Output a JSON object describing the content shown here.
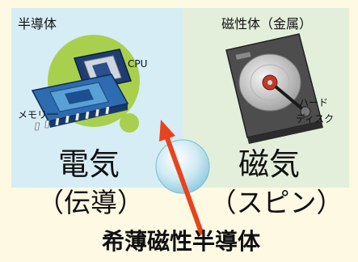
{
  "left_panel": {
    "title": "半導体",
    "main_label": "電気",
    "sub_label": "（伝導）",
    "chip_labels": {
      "cpu": "CPU",
      "memory": "メモリ"
    },
    "icon": "cpu-memory-chip-icon"
  },
  "right_panel": {
    "title": "磁性体（金属）",
    "main_label": "磁気",
    "sub_label": "（スピン）",
    "disk_labels": {
      "line1": "ハード",
      "line2": "ディスク"
    },
    "icon": "hard-disk-icon"
  },
  "bottom_label": "希薄磁性半導体",
  "colors": {
    "background": "#fdf9e3",
    "left_panel": "#d6edf5",
    "right_panel": "#e3efdb",
    "arrow": "#e8431f",
    "blob": "#a8d04e"
  }
}
